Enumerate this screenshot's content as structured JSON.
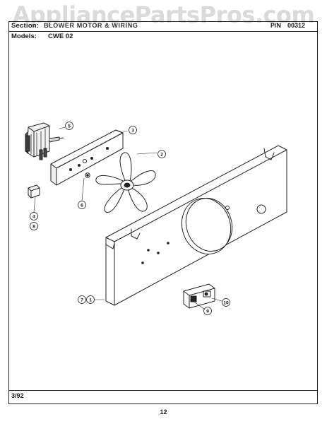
{
  "watermark": "AppliancePartsPros.com",
  "header": {
    "section_label": "Section:",
    "section_title": "BLOWER MOTOR & WIRING",
    "page_label": "P/N",
    "page_number": "00312",
    "models_label": "Models:",
    "models_value": "CWE 02"
  },
  "footer": {
    "date": "3/92",
    "sheet_number": "12"
  },
  "callouts": {
    "c1": "1",
    "c2": "2",
    "c3": "3",
    "c4": "4",
    "c5": "5",
    "c6": "6",
    "c7": "7",
    "c8": "8",
    "c9": "9",
    "c10": "10"
  }
}
